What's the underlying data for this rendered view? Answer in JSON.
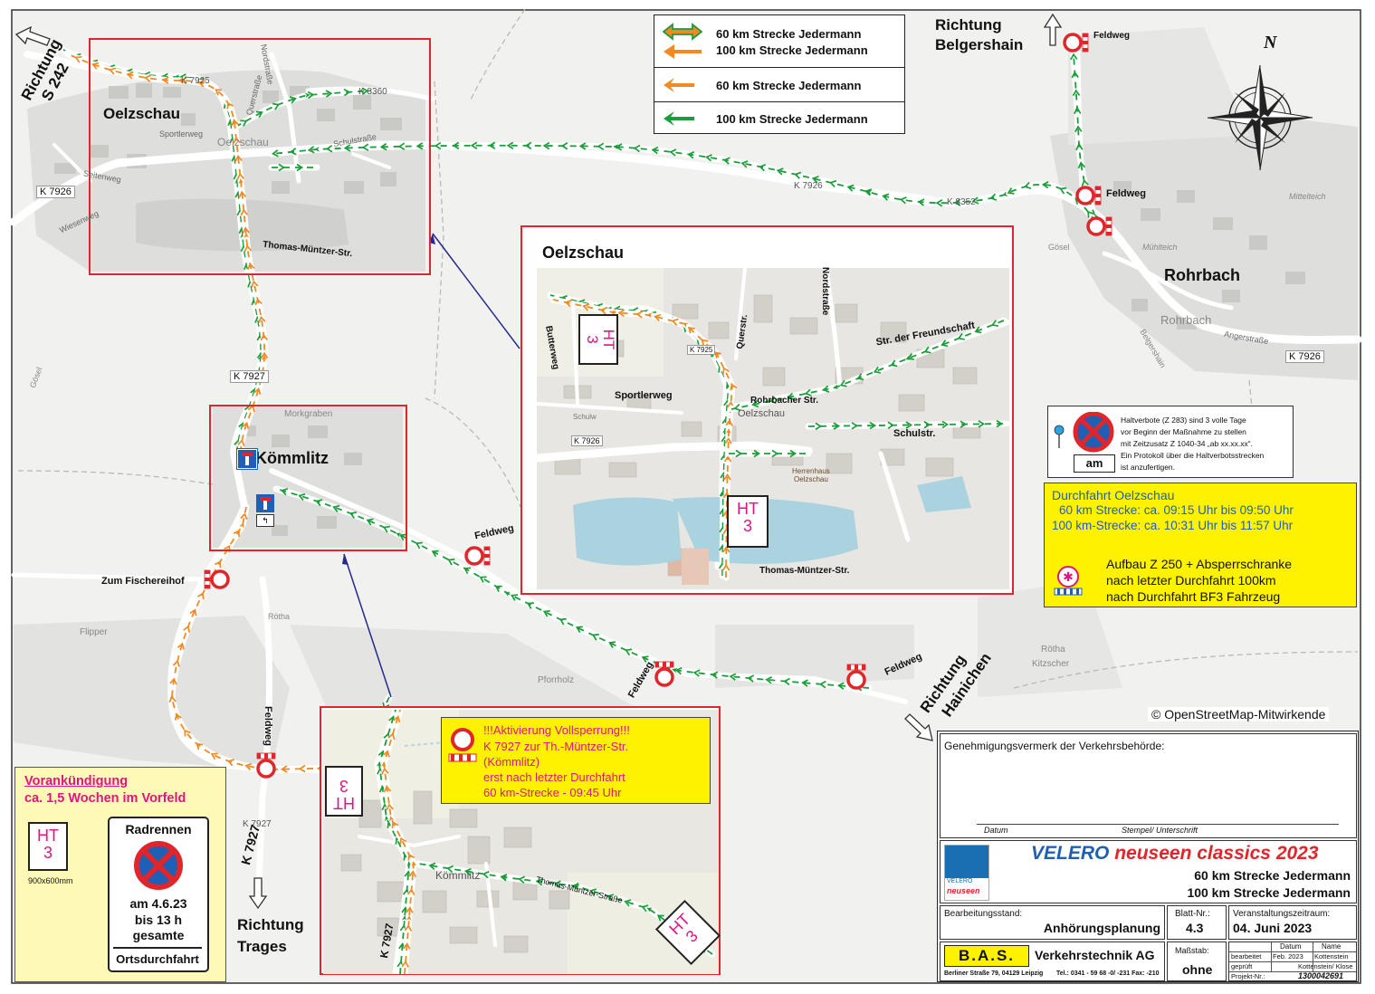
{
  "places": {
    "oelzschau": "Oelzschau",
    "koemmlitz": "Kömmlitz",
    "rohrbach": "Rohrbach",
    "rohrbach_small": "Rohrbach",
    "oelzschau_small": "Oelzschau",
    "zum_fischereihof": "Zum Fischereihof",
    "gosel": "Gösel",
    "gosel_east": "Gösel",
    "flipper": "Flipper",
    "rotha": "Rötha",
    "rotha_east": "Rötha",
    "kitzscher": "Kitzscher",
    "pforrholz": "Pforrholz",
    "morkgraben": "Morkgraben",
    "muehlteich": "Mühlteich",
    "mittelteich": "Mittelteich"
  },
  "directions": {
    "s242": [
      "Richtung",
      "S 242"
    ],
    "belgershain": [
      "Richtung",
      "Belgershain"
    ],
    "hainichen": [
      "Richtung",
      "Hainichen"
    ],
    "trages": [
      "Richtung",
      "Trages"
    ]
  },
  "roads": {
    "k7926_west": "K 7926",
    "k7926_mid": "K 7926",
    "k7926_east": "K 7926",
    "k7927": "K 7927",
    "k7927_south": "K 7927",
    "k7927_small": "K 7927",
    "k8352": "K 8352",
    "k8360": "K 8360",
    "k7925": "K 7925",
    "thomas_muentzer": "Thomas-Müntzer-Str.",
    "feldweg_labels": [
      "Feldweg",
      "Feldweg",
      "Feldweg",
      "Feldweg",
      "Feldweg",
      "Feldweg"
    ],
    "nordstrasse": "Nordstraße",
    "querstrasse": "Querstraße",
    "sportlerweg": "Sportlerweg",
    "schulstrasse": "Schulstraße",
    "seitenweg": "Seitenweg",
    "wiesenweg": "Wiesenweg",
    "angerstrasse": "Angerstraße",
    "belgershain_small": "Belgershain"
  },
  "legend": {
    "rows": [
      {
        "lines": [
          "60 km Strecke Jedermann",
          "100 km Strecke Jedermann"
        ],
        "kind": "both"
      },
      {
        "lines": [
          "60 km Strecke Jedermann"
        ],
        "kind": "orange"
      },
      {
        "lines": [
          "100 km Strecke Jedermann"
        ],
        "kind": "green"
      }
    ],
    "colors": {
      "orange": "#f08a24",
      "green": "#1a9e3a",
      "red": "#e0262a",
      "magenta": "#e0157f",
      "yellow": "#fff200",
      "blue": "#1f5fb5"
    }
  },
  "compass": {
    "north": "N"
  },
  "inset_oelzschau": {
    "title": "Oelzschau",
    "streets": {
      "butterweg": "Butterweg",
      "querstr": "Querstr.",
      "nordstrasse": "Nordstraße",
      "freundschaft": "Str. der Freundschaft",
      "sportlerweg": "Sportlerweg",
      "rohrbacher": "Rohrbacher Str.",
      "schulstr": "Schulstr.",
      "k7926": "K 7926",
      "k7925": "K 7925",
      "thomas": "Thomas-Müntzer-Str.",
      "herrenhaus": [
        "Herrenhaus",
        "Oelzschau"
      ],
      "oelzschau_map": "Oelzschau",
      "schulw": "Schulw"
    },
    "ht_signs": [
      [
        "HT",
        "3"
      ],
      [
        "HT",
        "3"
      ]
    ]
  },
  "inset_koemmlitz": {
    "streets": {
      "k7927": "K 7927",
      "thomas": "Thomas-Müntzer-Straße",
      "koemmlitz": "Kömmlitz"
    },
    "ht_signs": [
      [
        "HT",
        "3"
      ],
      [
        "HT",
        "3"
      ]
    ],
    "callout": [
      "!!!Aktivierung Vollsperrung!!!",
      "K 7927 zur Th.-Müntzer-Str.",
      "(Kömmlitz)",
      "erst nach letzter Durchfahrt",
      "60 km-Strecke - 09:45 Uhr"
    ]
  },
  "halteverbot_note": {
    "plate": "am",
    "text": [
      "Haltverbote (Z 283) sind 3 volle Tage",
      "vor Beginn der Maßnahme zu stellen",
      "mit Zeitzusatz Z 1040-34 „ab xx.xx.xx“.",
      "Ein Protokoll über die Haltverbotsstrecken",
      "ist anzufertigen."
    ]
  },
  "durchfahrt": {
    "title": "Durchfahrt Oelzschau",
    "lines": [
      "60 km Strecke: ca. 09:15 Uhr bis 09:50 Uhr",
      "100 km-Strecke: ca. 10:31 Uhr bis 11:57 Uhr"
    ],
    "aufbau": [
      "Aufbau Z 250 + Absperrschranke",
      "nach letzter Durchfahrt 100km",
      "nach Durchfahrt BF3 Fahrzeug"
    ]
  },
  "vorankuendigung": {
    "title": [
      "Vorankündigung",
      "ca. 1,5 Wochen im Vorfeld"
    ],
    "ht": [
      "HT",
      "3"
    ],
    "size": "900x600mm",
    "sign": {
      "header": "Radrennen",
      "lines": [
        "am 4.6.23",
        "bis 13 h",
        "gesamte"
      ],
      "footer": "Ortsdurchfahrt"
    }
  },
  "osm_credit": "© OpenStreetMap-Mitwirkende",
  "title_block": {
    "approval": "Genehmigungsvermerk der Verkehrsbehörde:",
    "datum": "Datum",
    "stempel": "Stempel/ Unterschrift",
    "event_a": "VELERO",
    "event_b": "neuseen classics 2023",
    "lines": [
      "60 km Strecke Jedermann",
      "100 km Strecke Jedermann"
    ],
    "logo_text": "VELERO",
    "logo_text2": "neuseen",
    "bearbeitungsstand_label": "Bearbeitungsstand:",
    "bearbeitungsstand": "Anhörungsplanung",
    "blatt_label": "Blatt-Nr.:",
    "blatt": "4.3",
    "zeitraum_label": "Veranstaltungszeitraum:",
    "zeitraum": "04. Juni 2023",
    "massstab_label": "Maßstab:",
    "massstab": "ohne",
    "company_logo": "B.A.S.",
    "company": "Verkehrstechnik AG",
    "address": "Berliner Straße 79, 04129 Leipzig",
    "phone": "Tel.: 0341 - 59 68 -0/ -231 Fax: -210",
    "table": {
      "head": [
        "Datum",
        "Name"
      ],
      "rows": [
        {
          "label": "bearbeitet",
          "date": "Feb. 2023",
          "name": "Kottenstein"
        },
        {
          "label": "geprüft",
          "date": "",
          "name": "Kottenstein/ Klose"
        }
      ],
      "projekt_label": "Projekt-Nr.:",
      "projekt": "1300042691"
    }
  }
}
